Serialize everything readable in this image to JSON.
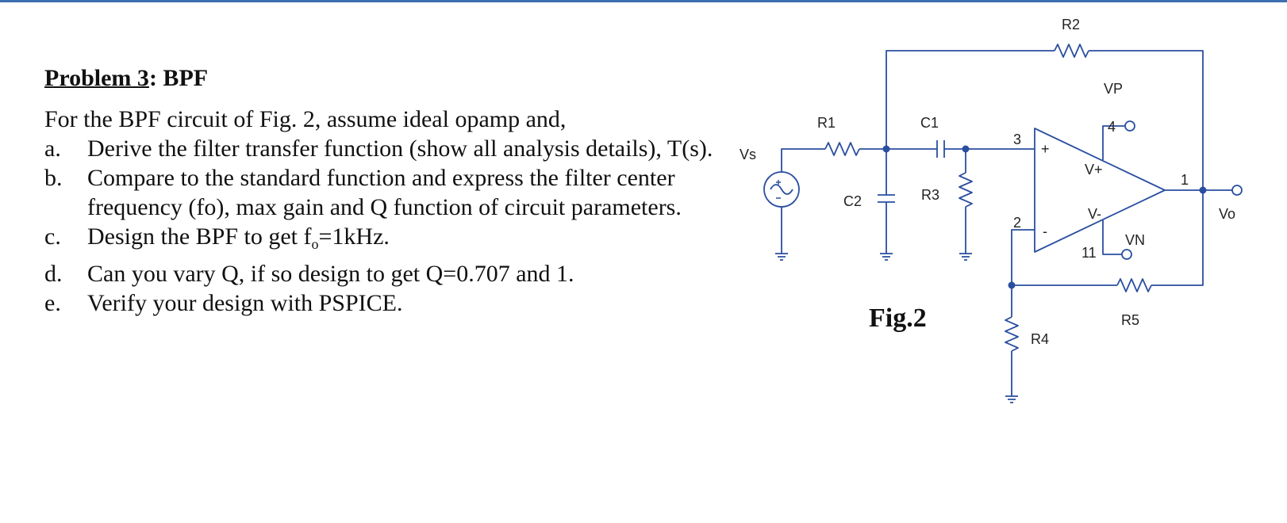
{
  "problem": {
    "title_prefix": "Problem 3",
    "title_suffix": ": BPF",
    "intro": "For the BPF circuit of Fig. 2, assume ideal opamp and,",
    "items": [
      {
        "letter": "a.",
        "text": "Derive the filter transfer function (show all analysis details), T(s)."
      },
      {
        "letter": "b.",
        "text": "Compare to the standard function and express the filter center frequency (fo), max gain and Q function of circuit parameters."
      },
      {
        "letter": "c.",
        "text_before": "Design the BPF to get f",
        "subscript": "o",
        "text_after": "=1kHz."
      },
      {
        "letter": "d.",
        "text": "Can you vary Q, if so design to get Q=0.707 and 1."
      },
      {
        "letter": "e.",
        "text": "Verify your design with PSPICE."
      }
    ]
  },
  "circuit": {
    "figure_label": "Fig.2",
    "labels": {
      "vs": "Vs",
      "r1": "R1",
      "c1": "C1",
      "c2": "C2",
      "r2": "R2",
      "r3": "R3",
      "r4": "R4",
      "r5": "R5",
      "vp": "VP",
      "vn": "VN",
      "vo": "Vo",
      "v_plus": "V+",
      "v_minus": "V-",
      "pin3": "3",
      "pin2": "2",
      "pin4": "4",
      "pin11": "11",
      "pin1": "1",
      "plus_sign": "+",
      "minus_sign": "-"
    },
    "wire_color": "#2a4fa0"
  }
}
